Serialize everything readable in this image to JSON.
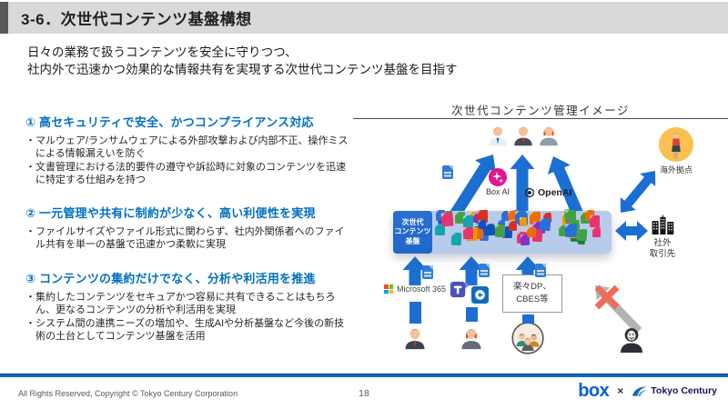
{
  "header": {
    "title": "3-6．次世代コンテンツ基盤構想"
  },
  "intro": {
    "line1": "日々の業務で扱うコンテンツを安全に守りつつ、",
    "line2": "社内外で迅速かつ効果的な情報共有を実現する次世代コンテンツ基盤を目指す"
  },
  "sections": [
    {
      "heading": "① 高セキュリティで安全、かつコンプライアンス対応",
      "bullets": [
        "・マルウェア/ランサムウェアによる外部攻撃および内部不正、操作ミスによる情報漏えいを防ぐ",
        "・文書管理における法的要件の遵守や訴訟時に対象のコンテンツを迅速に特定する仕組みを持つ"
      ]
    },
    {
      "heading": "② 一元管理や共有に制約が少なく、高い利便性を実現",
      "bullets": [
        "・ファイルサイズやファイル形式に関わらず、社内外関係者へのファイル共有を単一の基盤で迅速かつ柔軟に実現"
      ]
    },
    {
      "heading": "③ コンテンツの集約だけでなく、分析や利活用を推進",
      "bullets": [
        "・集約したコンテンツをセキュアかつ容易に共有できることはもちろん、更なるコンテンツの分析や利活用を実現",
        "・システム間の連携ニーズの増加や、生成AIや分析基盤など今後の新技術の土台としてコンテンツ基盤を活用"
      ]
    }
  ],
  "diagram": {
    "title": "次世代コンテンツ管理イメージ",
    "platform_label": "次世代\nコンテンツ\n基盤",
    "box_ai_label": "Box AI",
    "openai_label": "OpenAI",
    "overseas_label": "海外拠点",
    "partner_label": "社外\n取引先",
    "microsoft_label": "Microsoft 365",
    "source_box_label": "楽々DP、\nCBES等"
  },
  "footer": {
    "copyright": "All Rights Reserved, Copyright © Tokyo Century Corporation",
    "page_number": "18",
    "box_logo": "box",
    "multiply": "×",
    "tokyo_century": "Tokyo Century"
  },
  "colors": {
    "arrow_blue": "#1c6fd2",
    "heading_blue": "#0070c0",
    "band_bg": "#b7cbea",
    "platform_box": "#1f66c9",
    "boxai_pink": "#e0168d",
    "overseas_yellow": "#fbc04d",
    "blocked_gray": "#b3b3b3",
    "blocked_x_red": "#ef6c5d",
    "footer_line": "#1565c0",
    "box_logo_blue": "#0061d5",
    "header_bar_bg": "#d9d9d9",
    "header_accent": "#595959",
    "file_palette": [
      "#2a6fd4",
      "#d93025",
      "#188038",
      "#f29900",
      "#8430ce",
      "#12a4af",
      "#e8336d",
      "#1250c4",
      "#43a047",
      "#ef6c00"
    ]
  }
}
